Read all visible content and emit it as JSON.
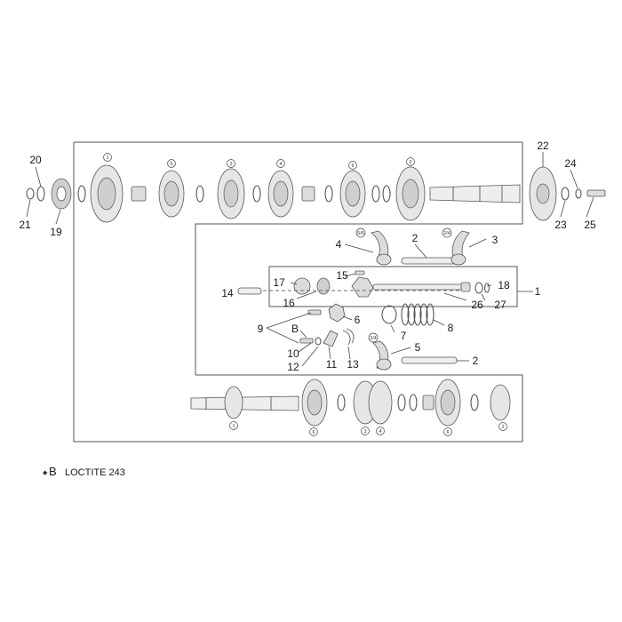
{
  "callouts": {
    "c1": "1",
    "c2a": "2",
    "c2b": "2",
    "c3": "3",
    "c4": "4",
    "c5": "5",
    "c6": "6",
    "c7": "7",
    "c8": "8",
    "c9": "9",
    "c10": "10",
    "c11": "11",
    "c12": "12",
    "c13": "13",
    "c14": "14",
    "c15": "15",
    "c16": "16",
    "c17": "17",
    "c18": "18",
    "c19": "19",
    "c20": "20",
    "c21": "21",
    "c22": "22",
    "c23": "23",
    "c24": "24",
    "c25": "25",
    "c26": "26",
    "c27": "27",
    "cB": "B"
  },
  "gear_labels": {
    "g1": "1",
    "g2": "5",
    "g3": "3",
    "g4": "4",
    "g5": "6",
    "g6": "2",
    "l1": "1",
    "l2": "6",
    "l3": "3",
    "l4": "4",
    "l5": "6",
    "l6": "2",
    "f1": "5/6",
    "f2": "2/4",
    "f3": "3/4"
  },
  "legend": {
    "symbol": "B",
    "text": "LOCTITE 243"
  }
}
